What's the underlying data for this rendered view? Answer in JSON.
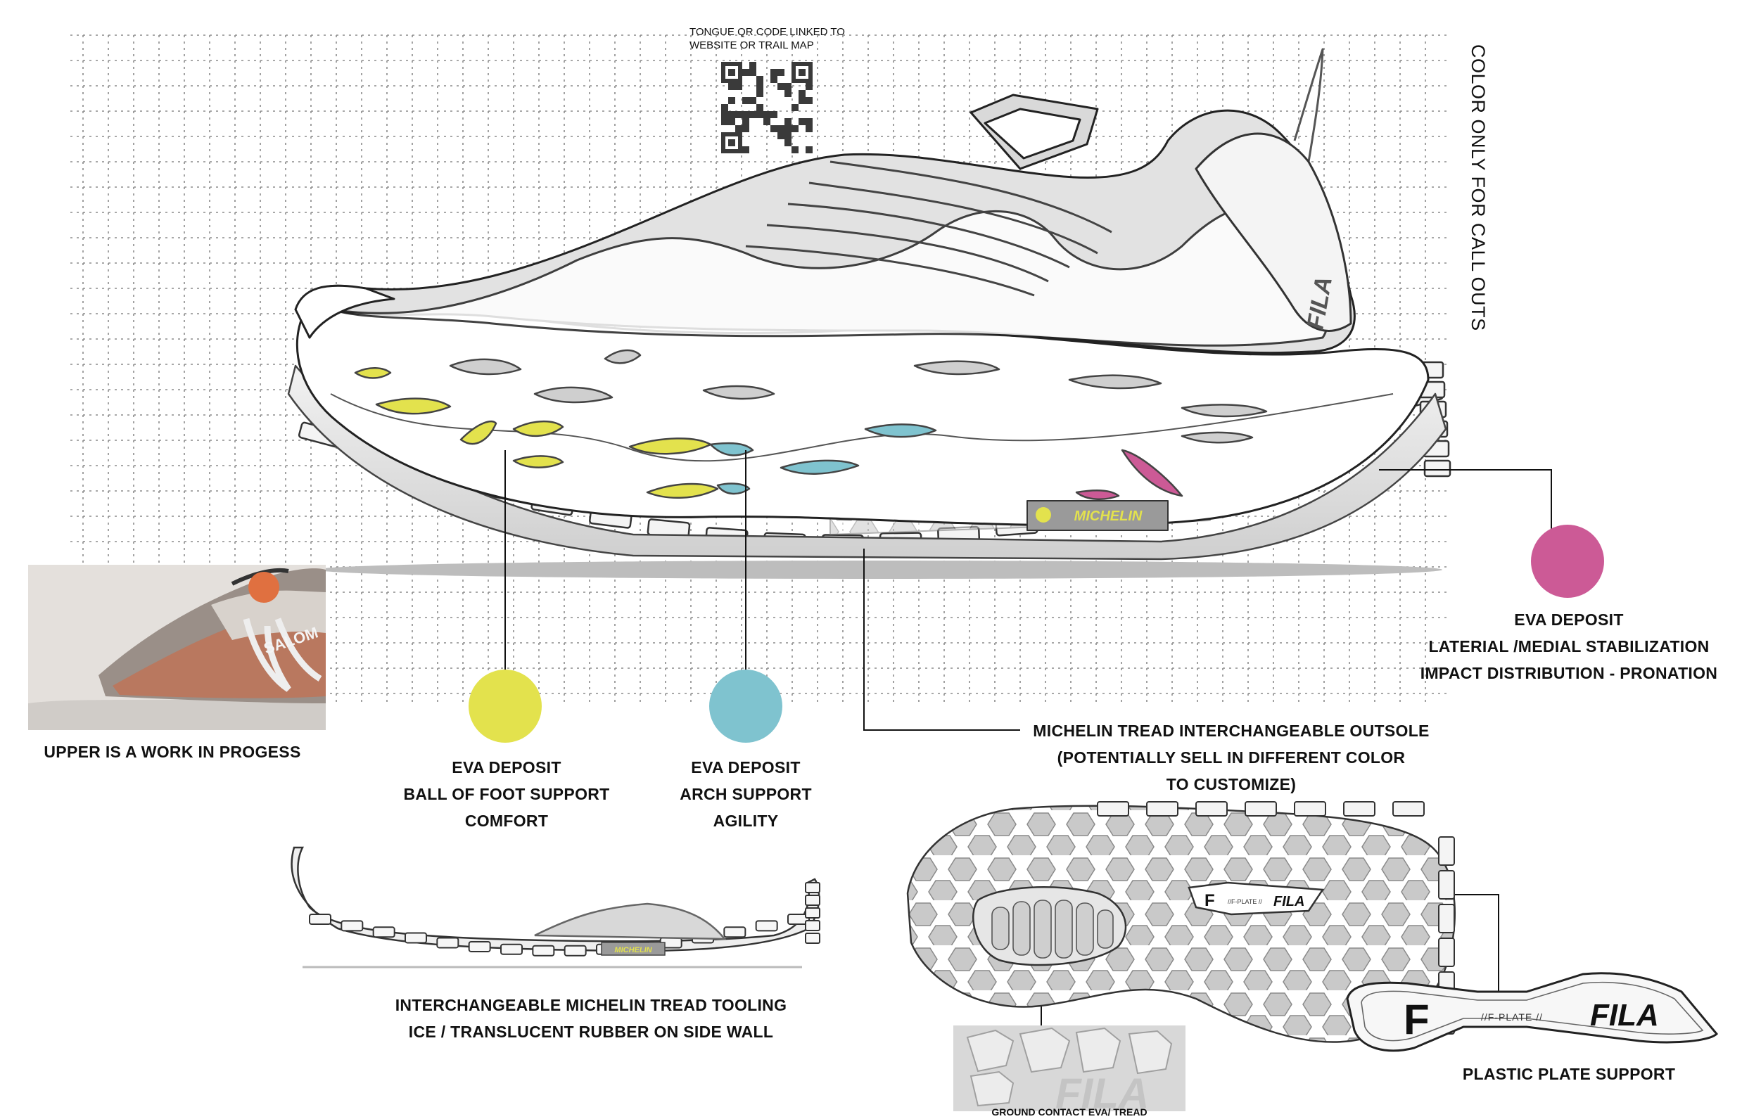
{
  "colors": {
    "yellow": "#e3e24d",
    "blue": "#7fc3cf",
    "magenta": "#cc5a96",
    "ground_shadow": "#bdbdbd",
    "grid": "#8c8c8c"
  },
  "header": {
    "qr_caption_line1": "TONGUE QR CODE LINKED TO",
    "qr_caption_line2": "WEBSITE OR TRAIL MAP",
    "vertical_note": "COLOR ONLY FOR CALL OUTS"
  },
  "shoe": {
    "midsole_logo": "MICHELIN",
    "heel_logo": "FILA"
  },
  "callouts": {
    "reference": "UPPER IS A WORK IN PROGESS",
    "reference_photo_brand": "SALOM",
    "yellow": {
      "line1": "EVA DEPOSIT",
      "line2": "BALL OF FOOT SUPPORT",
      "line3": "COMFORT"
    },
    "blue": {
      "line1": "EVA DEPOSIT",
      "line2": "ARCH SUPPORT",
      "line3": "AGILITY"
    },
    "magenta": {
      "line1": "EVA DEPOSIT",
      "line2": "LATERIAL /MEDIAL STABILIZATION",
      "line3": "IMPACT DISTRIBUTION - PRONATION"
    },
    "michelin": {
      "line1": "MICHELIN TREAD INTERCHANGEABLE OUTSOLE",
      "line2": "(POTENTIALLY SELL IN DIFFERENT COLOR",
      "line3": "TO CUSTOMIZE)"
    },
    "tooling": {
      "line1": "INTERCHANGEABLE MICHELIN TREAD TOOLING",
      "line2": "ICE / TRANSLUCENT RUBBER ON SIDE WALL",
      "badge": "MICHELIN"
    },
    "plate": {
      "caption": "PLASTIC PLATE SUPPORT",
      "text_center": "//F-PLATE //",
      "logo": "FILA",
      "mark": "F"
    },
    "outsole": {
      "plate_text": "//F-PLATE //",
      "logo": "FILA",
      "mark": "F"
    },
    "ground_contact": {
      "caption": "GROUND CONTACT EVA/ TREAD",
      "brand": "FILA"
    }
  }
}
